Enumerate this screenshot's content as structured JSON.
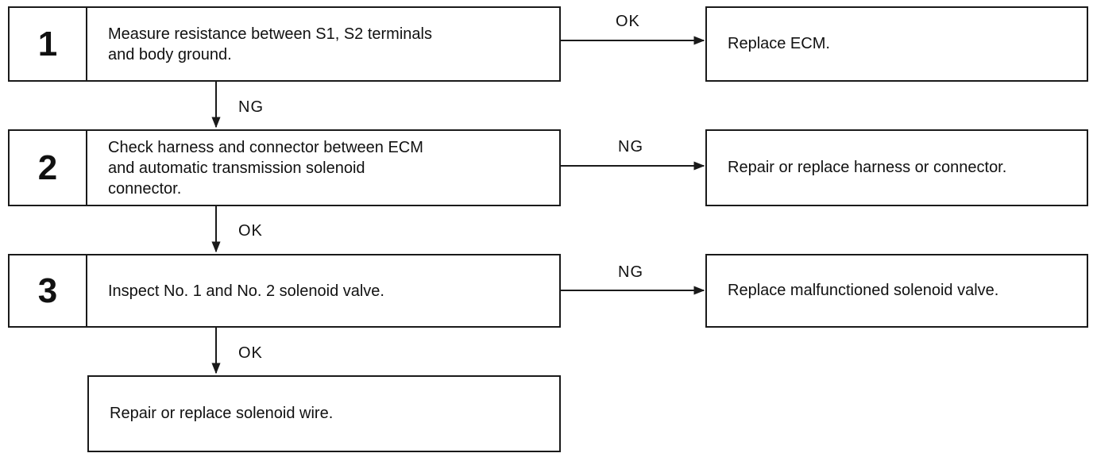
{
  "steps": [
    {
      "number": "1",
      "text": "Measure resistance between S1, S2 terminals\nand body ground."
    },
    {
      "number": "2",
      "text": "Check harness and connector between ECM\nand automatic transmission solenoid\nconnector."
    },
    {
      "number": "3",
      "text": "Inspect No. 1 and No. 2 solenoid valve."
    }
  ],
  "results": [
    {
      "text": "Replace ECM."
    },
    {
      "text": "Repair or replace harness or connector."
    },
    {
      "text": "Replace malfunctioned solenoid valve."
    },
    {
      "text": "Repair or replace solenoid wire."
    }
  ],
  "connectors": {
    "step1_right": "OK",
    "step1_down": "NG",
    "step2_right": "NG",
    "step2_down": "OK",
    "step3_right": "NG",
    "step3_down": "OK"
  }
}
